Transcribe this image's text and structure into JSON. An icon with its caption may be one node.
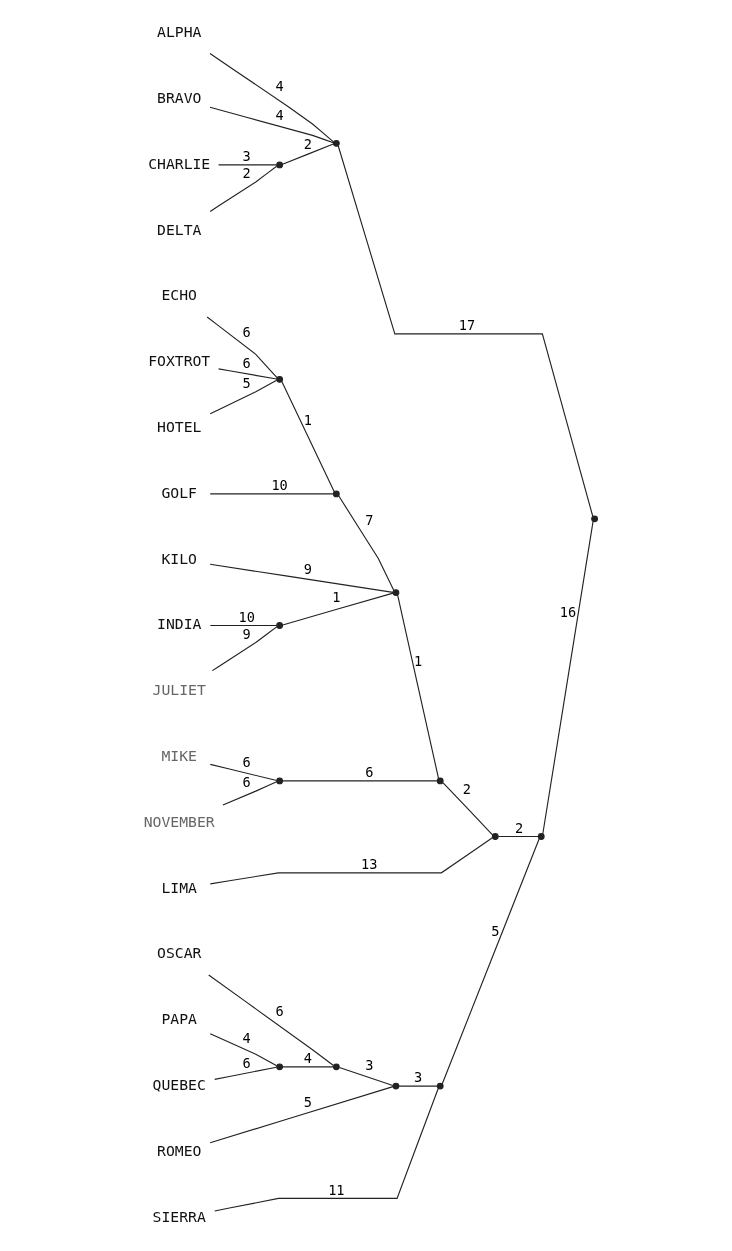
{
  "diagram": {
    "nodes": [
      {
        "text": [
          "ALPHA"
        ]
      },
      {
        "text": [
          "BRAVO"
        ]
      },
      {
        "text": [
          "CHARLIE"
        ]
      },
      {
        "text": [
          "DELTA"
        ]
      },
      {
        "text": [
          "ECHO"
        ]
      },
      {
        "text": [
          "FOXTROT"
        ]
      },
      {
        "text": [
          "HOTEL"
        ]
      },
      {
        "text": [
          "GOLF"
        ]
      },
      {
        "text": [
          "KILO"
        ]
      },
      {
        "text": [
          "INDIA"
        ]
      },
      {
        "text": [
          "JULIET"
        ]
      },
      {
        "text": [
          "MIKE"
        ]
      },
      {
        "text": [
          "NOVEMBER"
        ]
      },
      {
        "text": [
          "LIMA"
        ]
      },
      {
        "text": [
          "OSCAR"
        ]
      },
      {
        "text": [
          "PAPA"
        ]
      },
      {
        "text": [
          "QUEBEC"
        ]
      },
      {
        "text": [
          "ROMEO"
        ]
      },
      {
        "text": [
          "SIERRA"
        ]
      },
      {
        "text": [],
        "shape": "point"
      },
      {
        "text": [],
        "shape": "point"
      },
      {
        "text": [],
        "shape": "point"
      },
      {
        "text": [],
        "shape": "point"
      },
      {
        "text": [],
        "shape": "point"
      },
      {
        "text": [],
        "shape": "point"
      },
      {
        "text": [],
        "shape": "point"
      },
      {
        "text": [],
        "shape": "point"
      },
      {
        "text": [],
        "shape": "point"
      },
      {
        "text": [],
        "shape": "point"
      },
      {
        "text": [],
        "shape": "point"
      },
      {
        "text": [],
        "shape": "point"
      },
      {
        "text": [],
        "shape": "point"
      },
      {
        "text": [],
        "shape": "point"
      },
      {
        "text": [],
        "shape": "point"
      }
    ],
    "edges": [
      {
        "from": 0,
        "to": 19,
        "arrow": "none",
        "label": "4"
      },
      {
        "from": 1,
        "to": 19,
        "arrow": "none",
        "label": "4"
      },
      {
        "from": 2,
        "to": 20,
        "arrow": "none",
        "label": "3"
      },
      {
        "from": 3,
        "to": 20,
        "arrow": "none",
        "label": "2"
      },
      {
        "from": 20,
        "to": 19,
        "arrow": "none",
        "label": "2"
      },
      {
        "from": 19,
        "to": 33,
        "arrow": "none",
        "label": "17"
      },
      {
        "from": 4,
        "to": 21,
        "arrow": "none",
        "label": "6"
      },
      {
        "from": 5,
        "to": 21,
        "arrow": "none",
        "label": "6"
      },
      {
        "from": 6,
        "to": 21,
        "arrow": "none",
        "label": "5"
      },
      {
        "from": 21,
        "to": 22,
        "arrow": "none",
        "label": "1"
      },
      {
        "from": 7,
        "to": 22,
        "arrow": "none",
        "label": "10"
      },
      {
        "from": 22,
        "to": 23,
        "arrow": "none",
        "label": "7"
      },
      {
        "from": 8,
        "to": 23,
        "arrow": "none",
        "label": "9"
      },
      {
        "from": 9,
        "to": 24,
        "arrow": "none",
        "label": "10"
      },
      {
        "from": 10,
        "to": 24,
        "arrow": "none",
        "label": "9"
      },
      {
        "from": 24,
        "to": 23,
        "arrow": "none",
        "label": "1"
      },
      {
        "from": 23,
        "to": 25,
        "arrow": "none",
        "label": "1"
      },
      {
        "from": 11,
        "to": 26,
        "arrow": "none",
        "label": "6"
      },
      {
        "from": 12,
        "to": 26,
        "arrow": "none",
        "label": "6"
      },
      {
        "from": 26,
        "to": 25,
        "arrow": "none",
        "label": "6"
      },
      {
        "from": 25,
        "to": 27,
        "arrow": "none",
        "label": "2"
      },
      {
        "from": 13,
        "to": 27,
        "arrow": "none",
        "label": "13"
      },
      {
        "from": 27,
        "to": 28,
        "arrow": "none",
        "label": "2"
      },
      {
        "from": 14,
        "to": 29,
        "arrow": "none",
        "label": "6"
      },
      {
        "from": 15,
        "to": 30,
        "arrow": "none",
        "label": "4"
      },
      {
        "from": 16,
        "to": 30,
        "arrow": "none",
        "label": "6"
      },
      {
        "from": 30,
        "to": 29,
        "arrow": "none",
        "label": "4"
      },
      {
        "from": 29,
        "to": 31,
        "arrow": "none",
        "label": "3"
      },
      {
        "from": 17,
        "to": 31,
        "arrow": "none",
        "label": "5"
      },
      {
        "from": 31,
        "to": 32,
        "arrow": "none",
        "label": "3"
      },
      {
        "from": 18,
        "to": 32,
        "arrow": "none",
        "label": "11"
      },
      {
        "from": 32,
        "to": 28,
        "arrow": "none",
        "label": "5"
      },
      {
        "from": 28,
        "to": 33,
        "arrow": "none",
        "label": "16"
      }
    ]
  }
}
